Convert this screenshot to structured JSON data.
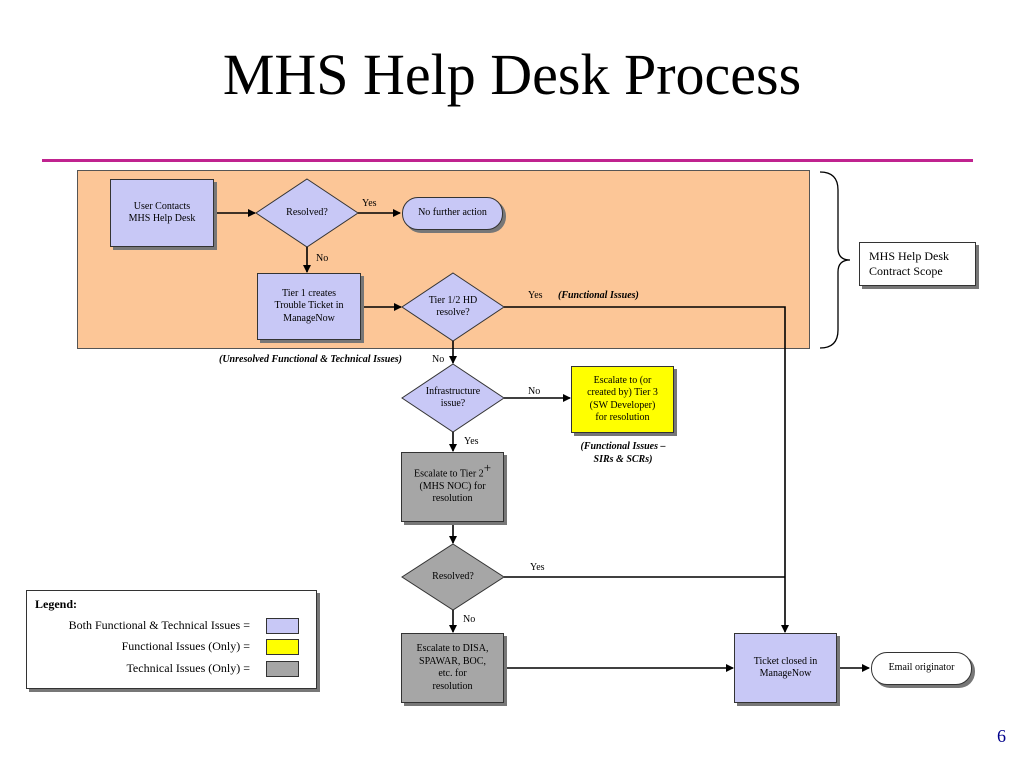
{
  "slide": {
    "title": "MHS Help Desk Process",
    "page_number": "6"
  },
  "scope_label": "MHS Help Desk\nContract Scope",
  "nodes": {
    "user_contacts": "User Contacts\nMHS Help Desk",
    "resolved_1": "Resolved?",
    "no_further_action": "No further action",
    "tier1_creates": "Tier 1 creates\nTrouble Ticket in\nManageNow",
    "tier12_resolve": "Tier 1/2 HD\nresolve?",
    "infrastructure": "Infrastructure\nissue?",
    "escalate_tier3": "Escalate to (or\ncreated by) Tier 3\n(SW Developer)\nfor resolution",
    "escalate_tier2_text": "Escalate to Tier 2",
    "escalate_tier2_sup": "+",
    "escalate_tier2_rest": "(MHS NOC) for\nresolution",
    "resolved_2": "Resolved?",
    "escalate_disa": "Escalate to DISA,\nSPAWAR, BOC,\netc. for\nresolution",
    "ticket_closed": "Ticket closed in\nManageNow",
    "email_originator": "Email originator"
  },
  "edge_labels": {
    "yes_1": "Yes",
    "no_1": "No",
    "yes_2": "Yes",
    "functional_issues": "(Functional Issues)",
    "unresolved": "(Unresolved Functional & Technical Issues)",
    "no_2": "No",
    "no_3": "No",
    "functional_sirs": "(Functional Issues –\nSIRs & SCRs)",
    "yes_3": "Yes",
    "yes_4": "Yes",
    "no_4": "No"
  },
  "legend": {
    "title": "Legend:",
    "items": [
      {
        "label": "Both Functional & Technical Issues =",
        "color": "#c8c8f6"
      },
      {
        "label": "Functional Issues (Only) =",
        "color": "#ffff00"
      },
      {
        "label": "Technical Issues (Only) =",
        "color": "#a6a6a6"
      }
    ]
  },
  "colors": {
    "both": "#c8c8f6",
    "functional": "#ffff00",
    "technical": "#a6a6a6",
    "scope_area": "#fcc697",
    "title_rule": "#c0238f"
  }
}
